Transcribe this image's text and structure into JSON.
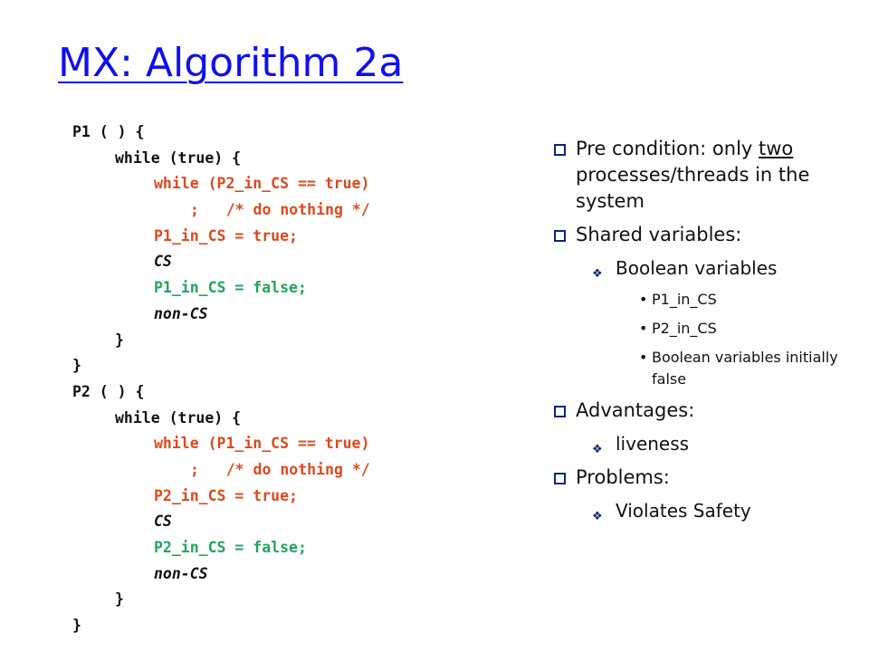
{
  "title": "MX: Algorithm 2a",
  "code": {
    "l01": "P1 ( ) {",
    "l02": "while (true) {",
    "l03": "while (P2_in_CS == true)",
    "l04": ";   /* do nothing */",
    "l05": "P1_in_CS = true;",
    "l06": "CS",
    "l07": "P1_in_CS = false;",
    "l08": "non-CS",
    "l09": "}",
    "l10": "}",
    "l11": "P2 ( ) {",
    "l12": "while (true) {",
    "l13": "while (P1_in_CS == true)",
    "l14": ";   /* do nothing */",
    "l15": "P2_in_CS = true;",
    "l16": "CS",
    "l17": "P2_in_CS = false;",
    "l18": "non-CS",
    "l19": "}",
    "l20": "}"
  },
  "bullets": {
    "pre_a": "Pre condition: only ",
    "pre_u": "two",
    "pre_b": " processes/threads in the system",
    "shared": "Shared variables:",
    "boolvars": "Boolean variables",
    "p1": "P1_in_CS",
    "p2": "P2_in_CS",
    "init": "Boolean variables initially false",
    "adv": "Advantages:",
    "liveness": "liveness",
    "problems": "Problems:",
    "violates": "Violates Safety"
  },
  "colors": {
    "title": "#1010ee",
    "code_red": "#e0481a",
    "code_green": "#1fa65a"
  }
}
